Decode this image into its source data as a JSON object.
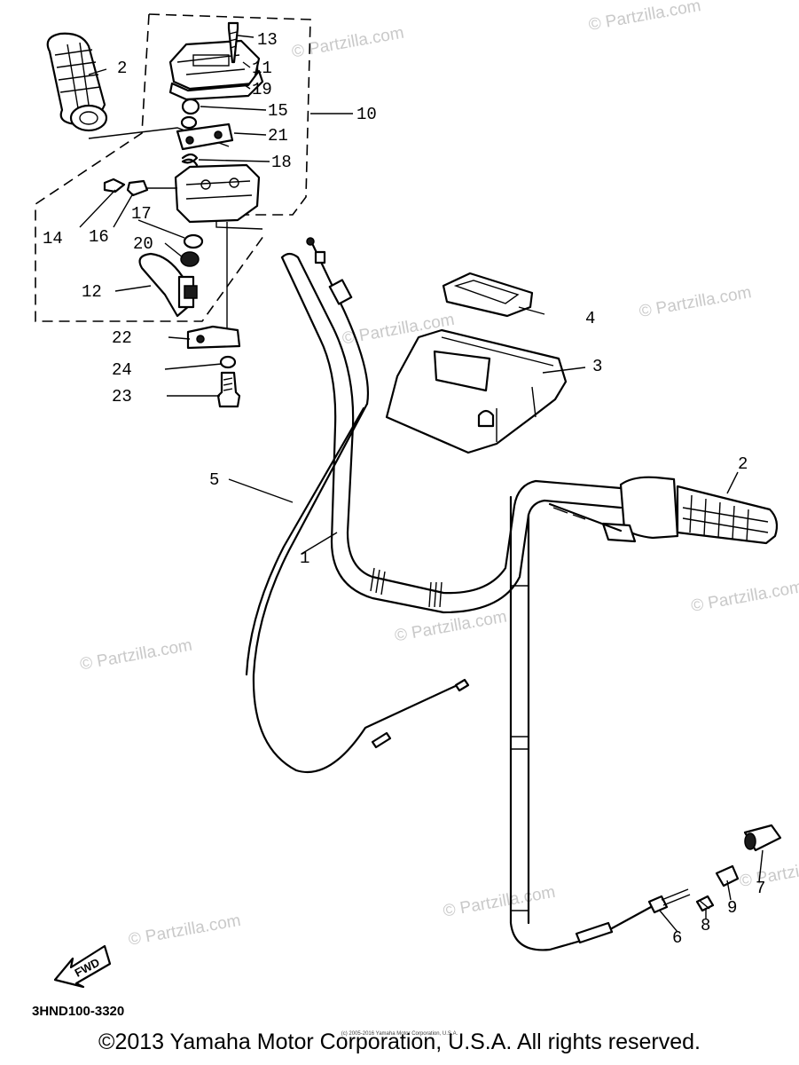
{
  "watermark": "© Partzilla.com",
  "drawing_code": "3HND100-3320",
  "fwd_label": "FWD",
  "copyright": "©2013 Yamaha Motor Corporation, U.S.A. All rights reserved.",
  "small_copyright": "(c) 2005-2016 Yamaha Motor Corporation, U.S.A.",
  "callouts": {
    "p1": "1",
    "p2a": "2",
    "p2b": "2",
    "p3": "3",
    "p4": "4",
    "p5": "5",
    "p6": "6",
    "p7": "7",
    "p8": "8",
    "p9": "9",
    "p10": "10",
    "p11": "11",
    "p12": "12",
    "p13": "13",
    "p14": "14",
    "p15": "15",
    "p16": "16",
    "p17": "17",
    "p18": "18",
    "p19": "19",
    "p20": "20",
    "p21": "21",
    "p22": "22",
    "p23": "23",
    "p24": "24"
  }
}
